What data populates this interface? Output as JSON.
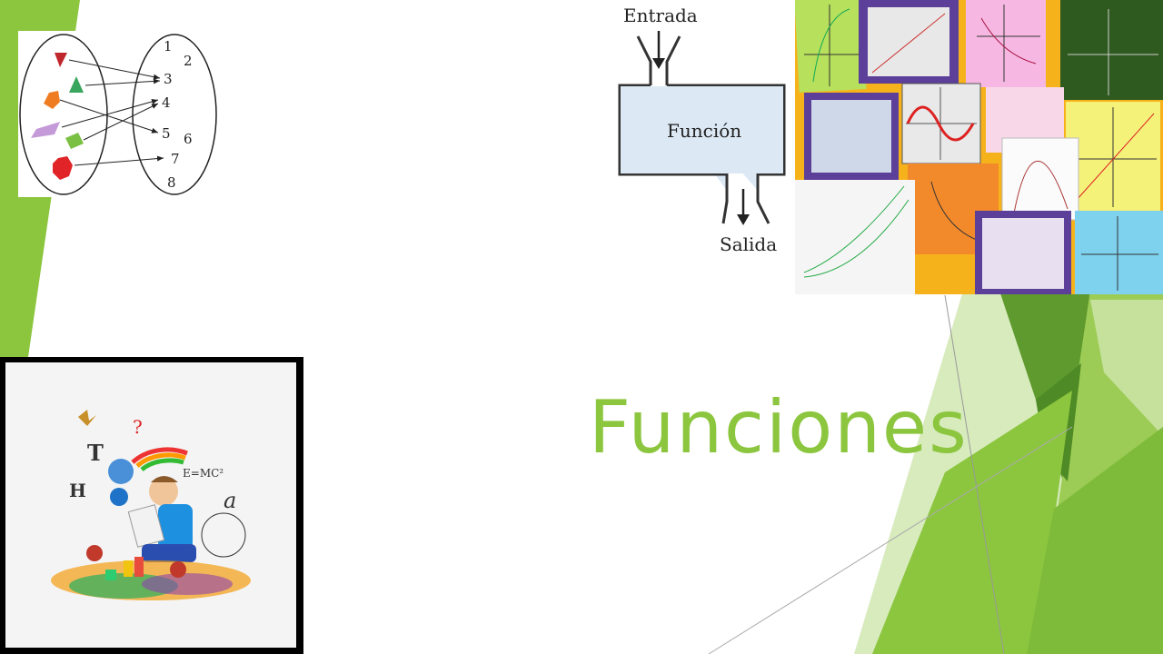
{
  "slide": {
    "title": "Funciones"
  },
  "mapping_diagram": {
    "codomain_labels": [
      "1",
      "2",
      "3",
      "4",
      "5",
      "6",
      "7",
      "8"
    ]
  },
  "function_machine": {
    "input_label": "Entrada",
    "box_label": "Función",
    "output_label": "Salida"
  },
  "colors": {
    "accent_green": "#8cc63f",
    "dark_green": "#4e8a25",
    "light_green": "#d4e8b4",
    "machine_fill": "#dce9f5"
  }
}
